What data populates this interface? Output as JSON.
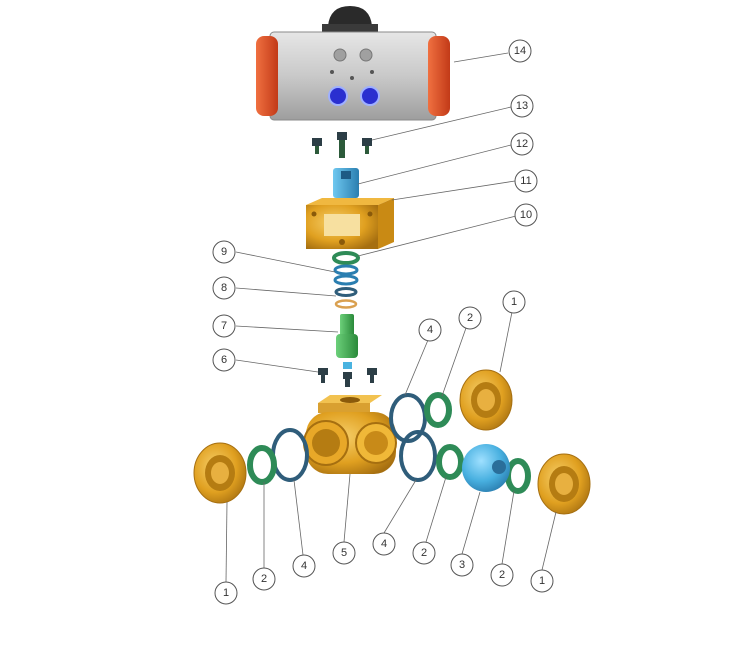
{
  "diagram": {
    "callouts": [
      {
        "id": "c14",
        "label": "14"
      },
      {
        "id": "c13",
        "label": "13"
      },
      {
        "id": "c12",
        "label": "12"
      },
      {
        "id": "c11",
        "label": "11"
      },
      {
        "id": "c10",
        "label": "10"
      },
      {
        "id": "c9",
        "label": "9"
      },
      {
        "id": "c8",
        "label": "8"
      },
      {
        "id": "c7",
        "label": "7"
      },
      {
        "id": "c6",
        "label": "6"
      },
      {
        "id": "c4a",
        "label": "4"
      },
      {
        "id": "c2a",
        "label": "2"
      },
      {
        "id": "c1a",
        "label": "1"
      },
      {
        "id": "c1b",
        "label": "1"
      },
      {
        "id": "c2b",
        "label": "2"
      },
      {
        "id": "c4b",
        "label": "4"
      },
      {
        "id": "c5",
        "label": "5"
      },
      {
        "id": "c4c",
        "label": "4"
      },
      {
        "id": "c2c",
        "label": "2"
      },
      {
        "id": "c3",
        "label": "3"
      },
      {
        "id": "c2d",
        "label": "2"
      },
      {
        "id": "c1c",
        "label": "1"
      }
    ],
    "colors": {
      "actuator_body": "#c8c8c8",
      "actuator_cap": "#e8512a",
      "brass": "#e0a020",
      "ring_green": "#2e8b57",
      "ring_blue": "#2f5d7a",
      "stem_green": "#3aa24a",
      "ball_blue": "#4ab3e0",
      "bolt_dark": "#2c3e46"
    }
  }
}
